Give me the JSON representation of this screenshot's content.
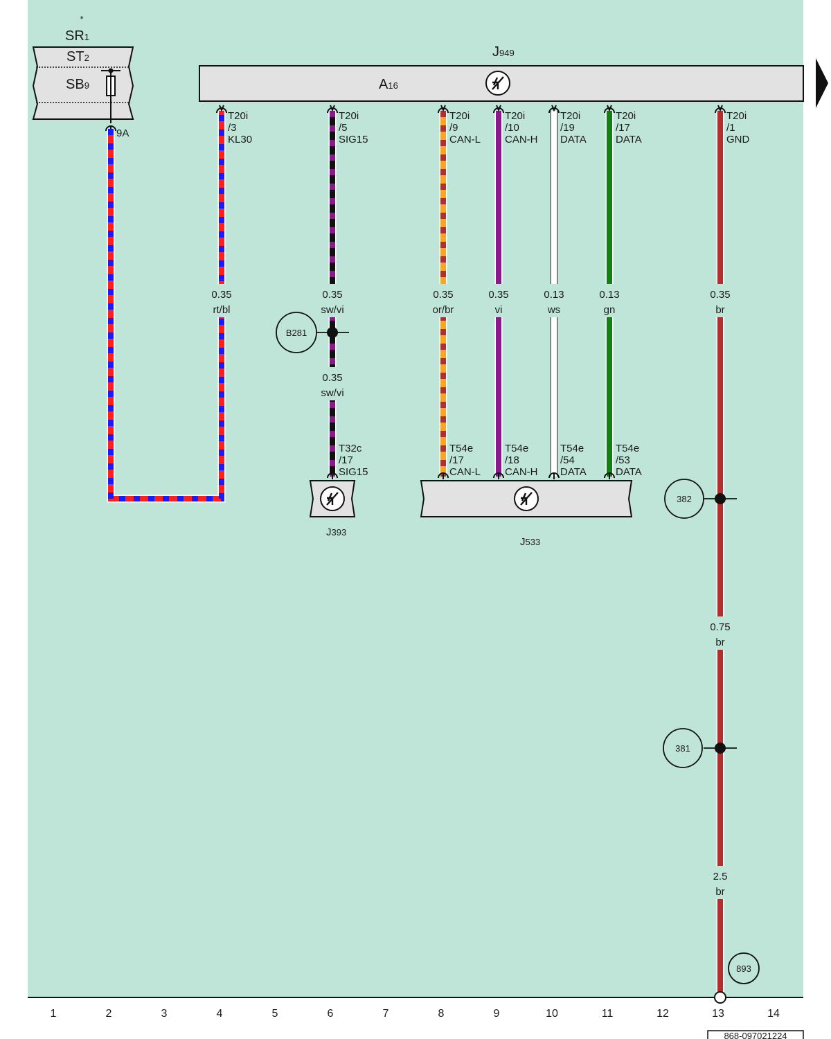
{
  "star": "*",
  "fuse_box": {
    "sr": "SR",
    "sr_sub": "1",
    "st": "ST",
    "st_sub": "2",
    "sb": "SB",
    "sb_sub": "9",
    "fuse_rating": "9A"
  },
  "module_top": {
    "name": "J",
    "name_sub": "949",
    "conn": "A",
    "conn_sub": "16"
  },
  "module_j393": {
    "name": "J",
    "name_sub": "393"
  },
  "module_j533": {
    "name": "J",
    "name_sub": "533"
  },
  "wires": [
    {
      "pin_conn": "T20i",
      "pin_no": "/3",
      "pin_sig": "KL30",
      "size": "0.35",
      "color_code": "rt/bl"
    },
    {
      "pin_conn": "T20i",
      "pin_no": "/5",
      "pin_sig": "SIG15",
      "size": "0.35",
      "color_code": "sw/vi",
      "size2": "0.35",
      "color_code2": "sw/vi",
      "end_conn": "T32c",
      "end_no": "/17",
      "end_sig": "SIG15"
    },
    {
      "pin_conn": "T20i",
      "pin_no": "/9",
      "pin_sig": "CAN-L",
      "size": "0.35",
      "color_code": "or/br",
      "end_conn": "T54e",
      "end_no": "/17",
      "end_sig": "CAN-L"
    },
    {
      "pin_conn": "T20i",
      "pin_no": "/10",
      "pin_sig": "CAN-H",
      "size": "0.35",
      "color_code": "vi",
      "end_conn": "T54e",
      "end_no": "/18",
      "end_sig": "CAN-H"
    },
    {
      "pin_conn": "T20i",
      "pin_no": "/19",
      "pin_sig": "DATA",
      "size": "0.13",
      "color_code": "ws",
      "end_conn": "T54e",
      "end_no": "/54",
      "end_sig": "DATA"
    },
    {
      "pin_conn": "T20i",
      "pin_no": "/17",
      "pin_sig": "DATA",
      "size": "0.13",
      "color_code": "gn",
      "end_conn": "T54e",
      "end_no": "/53",
      "end_sig": "DATA"
    },
    {
      "pin_conn": "T20i",
      "pin_no": "/1",
      "pin_sig": "GND",
      "size": "0.35",
      "color_code": "br",
      "size2": "0.75",
      "color_code2": "br",
      "size3": "2.5",
      "color_code3": "br"
    }
  ],
  "refs": {
    "b281": "B281",
    "r382": "382",
    "r381": "381",
    "r893": "893"
  },
  "grid_numbers": [
    "1",
    "2",
    "3",
    "4",
    "5",
    "6",
    "7",
    "8",
    "9",
    "10",
    "11",
    "12",
    "13",
    "14"
  ],
  "doc_code": "868-097021224",
  "colors": {
    "background": "#bfe5d8",
    "module": "#e2e2e2",
    "red": "#ff1f1f",
    "blue": "#1a1aff",
    "black": "#111111",
    "violet": "#8a1a8a",
    "orange": "#f5a623",
    "brown": "#b03030",
    "white": "#ffffff",
    "green": "#138013"
  }
}
